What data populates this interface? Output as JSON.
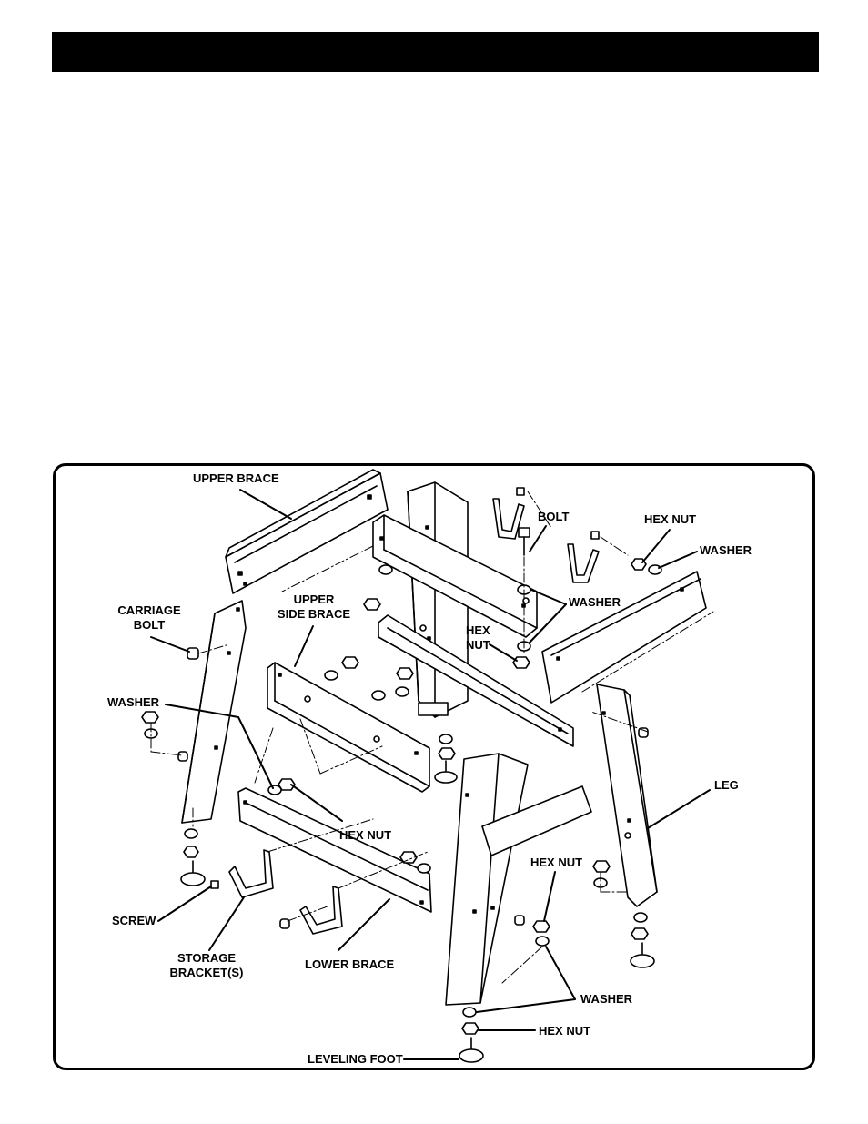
{
  "header": {
    "text": ""
  },
  "figure": {
    "labels": {
      "upper_brace": "UPPER BRACE",
      "bolt": "BOLT",
      "hex_nut_top_right": "HEX NUT",
      "washer_top_right": "WASHER",
      "washer_top_mid": "WASHER",
      "carriage_bolt_line1": "CARRIAGE",
      "carriage_bolt_line2": "BOLT",
      "upper_side_brace_line1": "UPPER",
      "upper_side_brace_line2": "SIDE BRACE",
      "hex_nut_mid_line1": "HEX",
      "hex_nut_mid_line2": "NUT",
      "washer_left": "WASHER",
      "leg": "LEG",
      "hex_nut_center": "HEX NUT",
      "hex_nut_right": "HEX NUT",
      "screw": "SCREW",
      "storage_bracket_line1": "STORAGE",
      "storage_bracket_line2": "BRACKET(S)",
      "lower_brace": "LOWER BRACE",
      "washer_bottom": "WASHER",
      "hex_nut_bottom": "HEX NUT",
      "leveling_foot": "LEVELING FOOT"
    }
  }
}
